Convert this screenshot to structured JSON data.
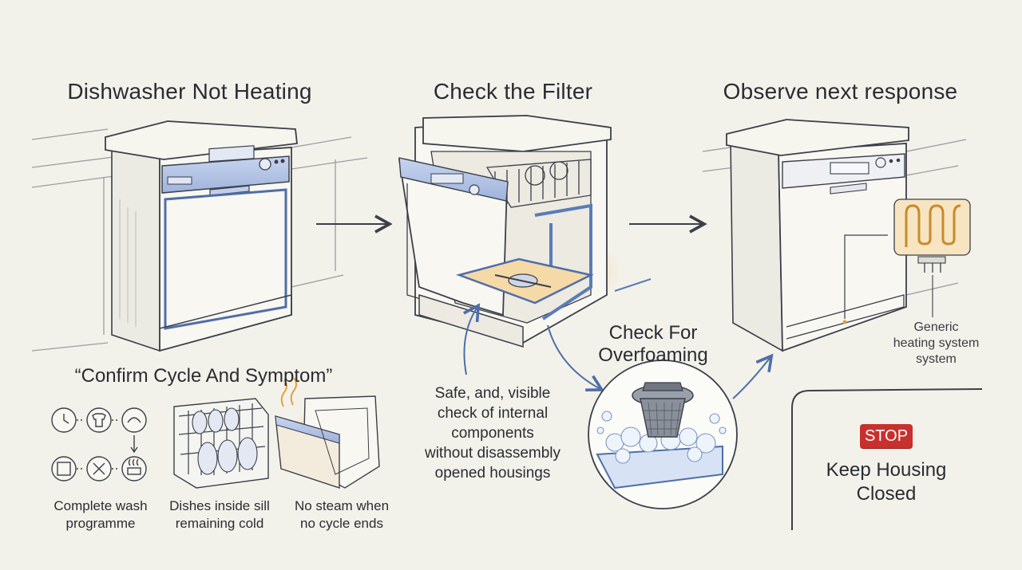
{
  "titles": {
    "step1": "Dishwasher Not Heating",
    "step2": "Check the Filter",
    "step3": "Observe next response"
  },
  "confirm": {
    "heading": "“Confirm Cycle And Symptom”",
    "captions": [
      "Complete wash\nprogramme",
      "Dishes inside sill\nremaining cold",
      "No steam when\nno cycle ends"
    ]
  },
  "filter_note": "Safe, and, visible\ncheck of internal\ncomponents\nwithout disassembly\nopened housings",
  "overfoaming_label": "Check For\nOverfoaming",
  "heating_label": "Generic\nheating system\nsystem",
  "stop": {
    "badge": "STOP",
    "text": "Keep Housing\nClosed"
  },
  "colors": {
    "background": "#f3f2ea",
    "line": "#3b3f4a",
    "blue_accent": "#5b7bb8",
    "orange_glow": "#f0b25a",
    "stop_red": "#c8302d"
  }
}
